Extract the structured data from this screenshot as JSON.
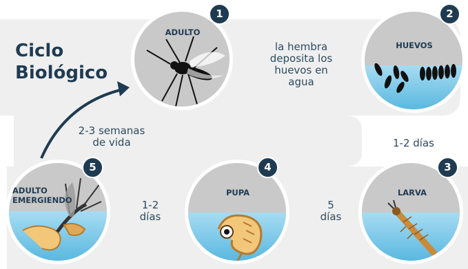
{
  "title": {
    "line1": "Ciclo",
    "line2": "Biológico"
  },
  "stages": [
    {
      "number": "1",
      "label": "ADULTO"
    },
    {
      "number": "2",
      "label": "HUEVOS"
    },
    {
      "number": "3",
      "label": "LARVA"
    },
    {
      "number": "4",
      "label": "PUPA"
    },
    {
      "number": "5",
      "label_line1": "ADULTO",
      "label_line2": "EMERGIENDO"
    }
  ],
  "notes": {
    "egg_laying": [
      "la hembra",
      "deposita los",
      "huevos en",
      "agua"
    ],
    "eggs_to_larva": "1-2 días",
    "larva_to_pupa": [
      "5",
      "días"
    ],
    "pupa_to_emerging": [
      "1-2",
      "días"
    ],
    "adult_lifespan": [
      "2-3 semanas",
      "de vida"
    ]
  },
  "colors": {
    "track": "#efefef",
    "circle": "#c9c9c9",
    "badge": "#1f3b52",
    "title": "#1f3b52",
    "arrow": "#1f3b52",
    "water_top": "#a7dcf2",
    "water_bottom": "#5ab8e0"
  }
}
